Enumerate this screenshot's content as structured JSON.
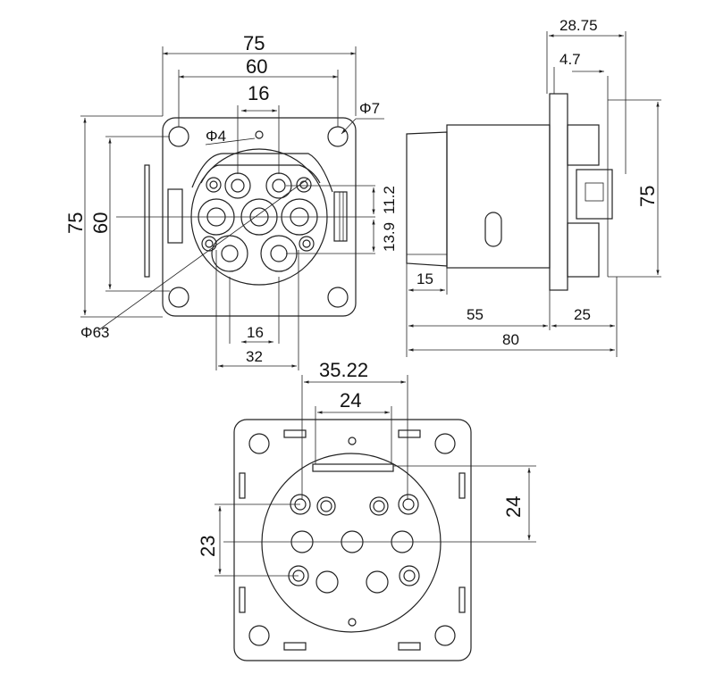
{
  "front_view": {
    "width_overall": "75",
    "hole_spacing_h": "60",
    "pin_spacing_top": "16",
    "small_hole_dia": "Φ4",
    "mount_hole_dia": "Φ7",
    "height_overall": "75",
    "hole_spacing_v": "60",
    "pin_offset_upper": "11.2",
    "pin_offset_lower": "13.9",
    "body_dia": "Φ63",
    "pin_spacing_bottom": "16",
    "pin_span_bottom": "32"
  },
  "side_view": {
    "depth_total_rear": "28.75",
    "flange_thickness": "4.7",
    "height": "75",
    "cap_length": "15",
    "front_length": "55",
    "rear_length": "25",
    "total_length": "80"
  },
  "rear_view": {
    "width_top": "35.22",
    "width_inner": "24",
    "height_right": "24",
    "height_left": "23"
  }
}
